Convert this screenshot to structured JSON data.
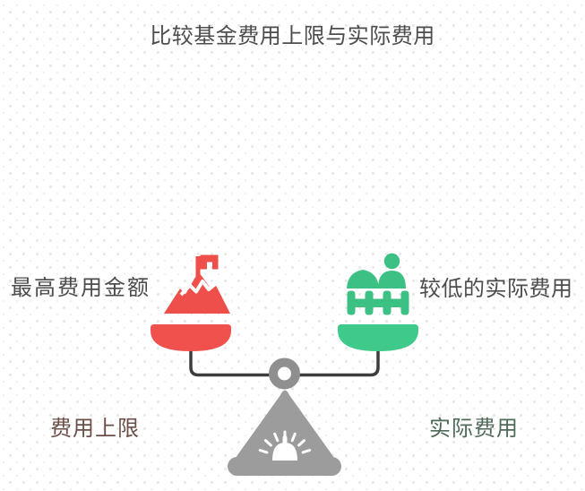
{
  "title": "比较基金费用上限与实际费用",
  "left_side": {
    "label": "最高费用金额",
    "bottom_label": "费用上限",
    "icon": "mountain-flag-icon",
    "pan_color": "#f1514d",
    "icon_color": "#ee4f4b",
    "bottom_label_color": "#6b4e46"
  },
  "right_side": {
    "label": "较低的实际费用",
    "bottom_label": "实际费用",
    "icon": "farm-person-icon",
    "pan_color": "#3fc98b",
    "icon_color": "#3cc084",
    "bottom_label_color": "#4e6a58"
  },
  "scale": {
    "beam_color": "#3d3d3d",
    "pivot_ring_color": "#8f8f8f",
    "pedestal_color": "#9c9c9c"
  },
  "background": {
    "dot_color": "#e7e7e7"
  },
  "text_color": "#4c4c4c"
}
